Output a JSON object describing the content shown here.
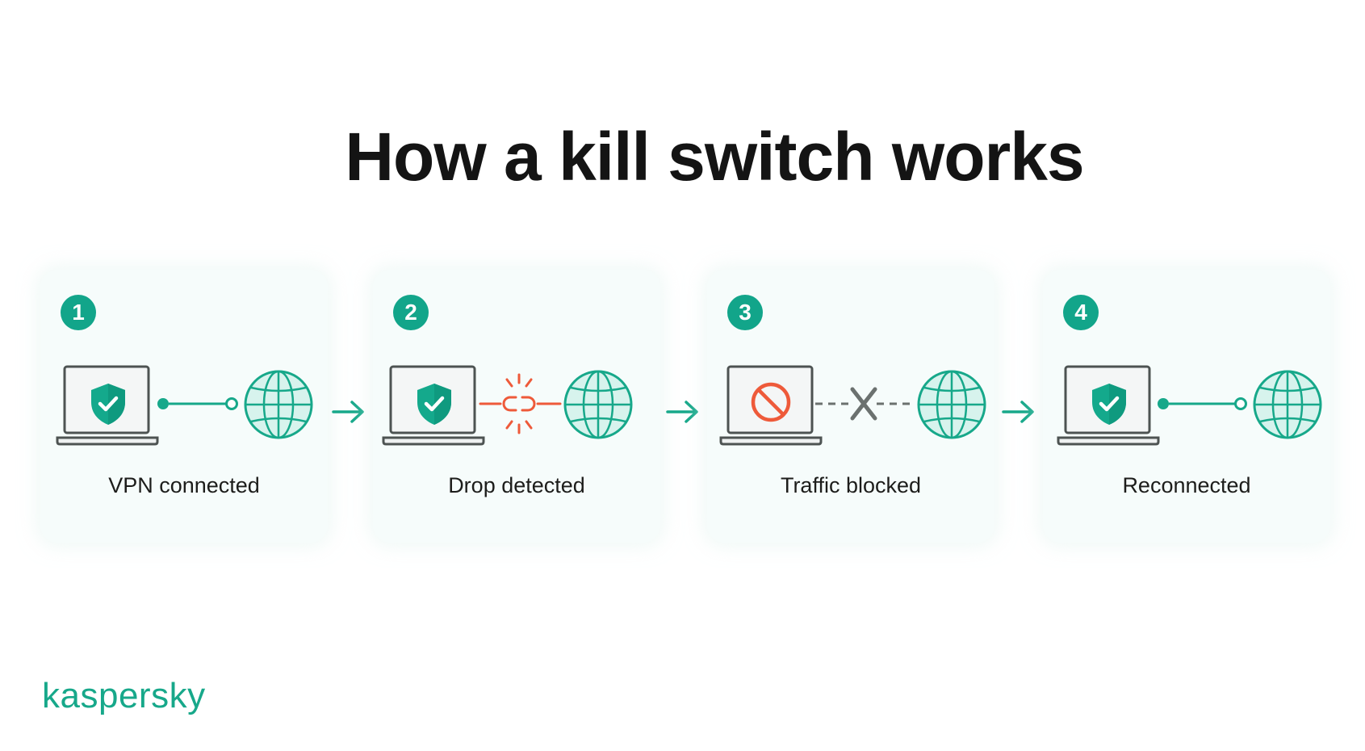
{
  "title": "How a kill switch works",
  "steps": [
    {
      "number": "1",
      "label": "VPN connected"
    },
    {
      "number": "2",
      "label": "Drop detected"
    },
    {
      "number": "3",
      "label": "Traffic blocked"
    },
    {
      "number": "4",
      "label": "Reconnected"
    }
  ],
  "logo": "kaspersky",
  "icons": {
    "device": "laptop-icon",
    "protected": "shield-check-icon",
    "blocked": "prohibited-icon",
    "link": "connection-link-icon",
    "broken": "broken-link-icon",
    "cut": "x-mark-icon",
    "destination": "globe-icon",
    "flow": "arrow-right-icon"
  },
  "colors": {
    "accent": "#12a58a",
    "alert": "#ee5a3a",
    "outline": "#4d5352",
    "globe_fill": "#d7f3ed",
    "panel": "#f6fcfb"
  }
}
